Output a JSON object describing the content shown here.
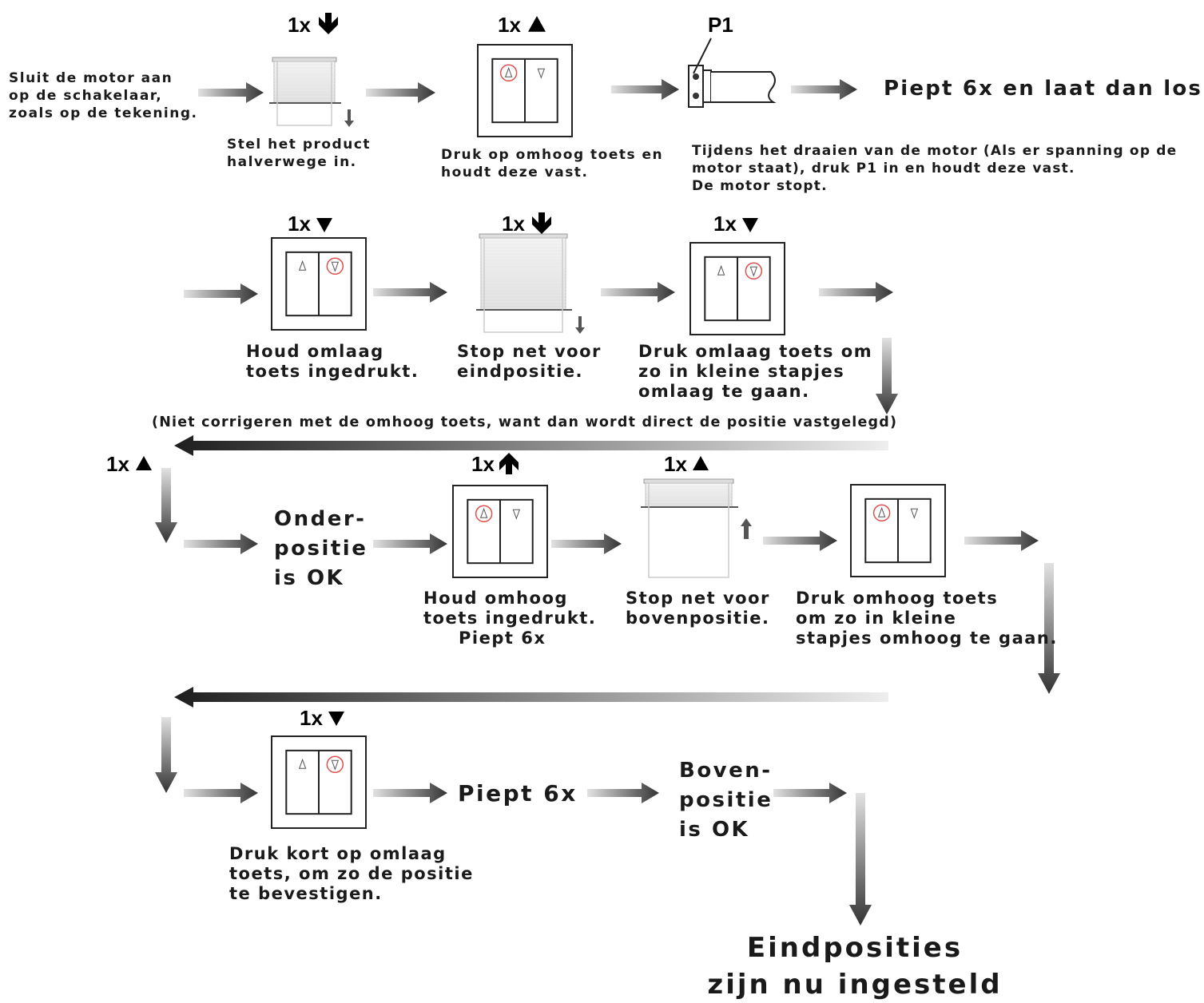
{
  "row1": {
    "intro": [
      "Sluit de motor aan",
      "op de schakelaar,",
      "zoals op de tekening."
    ],
    "step1_label": [
      "Stel het product",
      "halverwege in."
    ],
    "step2_label": [
      "Druk op omhoog toets en",
      "houdt deze vast."
    ],
    "p1_label": "P1",
    "result": "Piept 6x en laat dan los",
    "note": [
      "Tijdens het draaien van de motor (Als er spanning op de",
      "motor staat), druk P1 in en houdt deze vast.",
      "De motor stopt."
    ],
    "badge1": "1x",
    "badge2": "1x"
  },
  "row2": {
    "step1_label": [
      "Houd omlaag",
      "toets ingedrukt."
    ],
    "step2_label": [
      "Stop net voor",
      "eindpositie."
    ],
    "step3_label": [
      "Druk omlaag toets om",
      "zo in kleine stapjes",
      "omlaag te gaan."
    ],
    "warning": "(Niet corrigeren met de omhoog toets, want dan wordt direct de positie vastgelegd)",
    "badge1": "1x",
    "badge2": "1x",
    "badge3": "1x"
  },
  "row3": {
    "start_badge": "1x",
    "status": [
      "Onder-",
      "positie",
      "is OK"
    ],
    "step1_label": [
      "Houd omhoog",
      "toets ingedrukt.",
      "Piept 6x"
    ],
    "step2_label": [
      "Stop net voor",
      "bovenpositie."
    ],
    "step3_label": [
      "Druk omhoog toets",
      "om zo in kleine",
      "stapjes omhoog te gaan."
    ],
    "badge1": "1x",
    "badge2": "1x"
  },
  "row4": {
    "badge1": "1x",
    "step1_label": [
      "Druk kort op omlaag",
      "toets, om zo de positie",
      "te bevestigen."
    ],
    "beep": "Piept 6x",
    "status": [
      "Boven-",
      "positie",
      "is OK"
    ]
  },
  "final": [
    "Eindposities",
    "zijn nu ingesteld"
  ],
  "colors": {
    "arrow_dark": "#3c3c3c",
    "arrow_light": "#d8d8d8",
    "highlight_circle": "#e0504d",
    "frame": "#222222"
  }
}
